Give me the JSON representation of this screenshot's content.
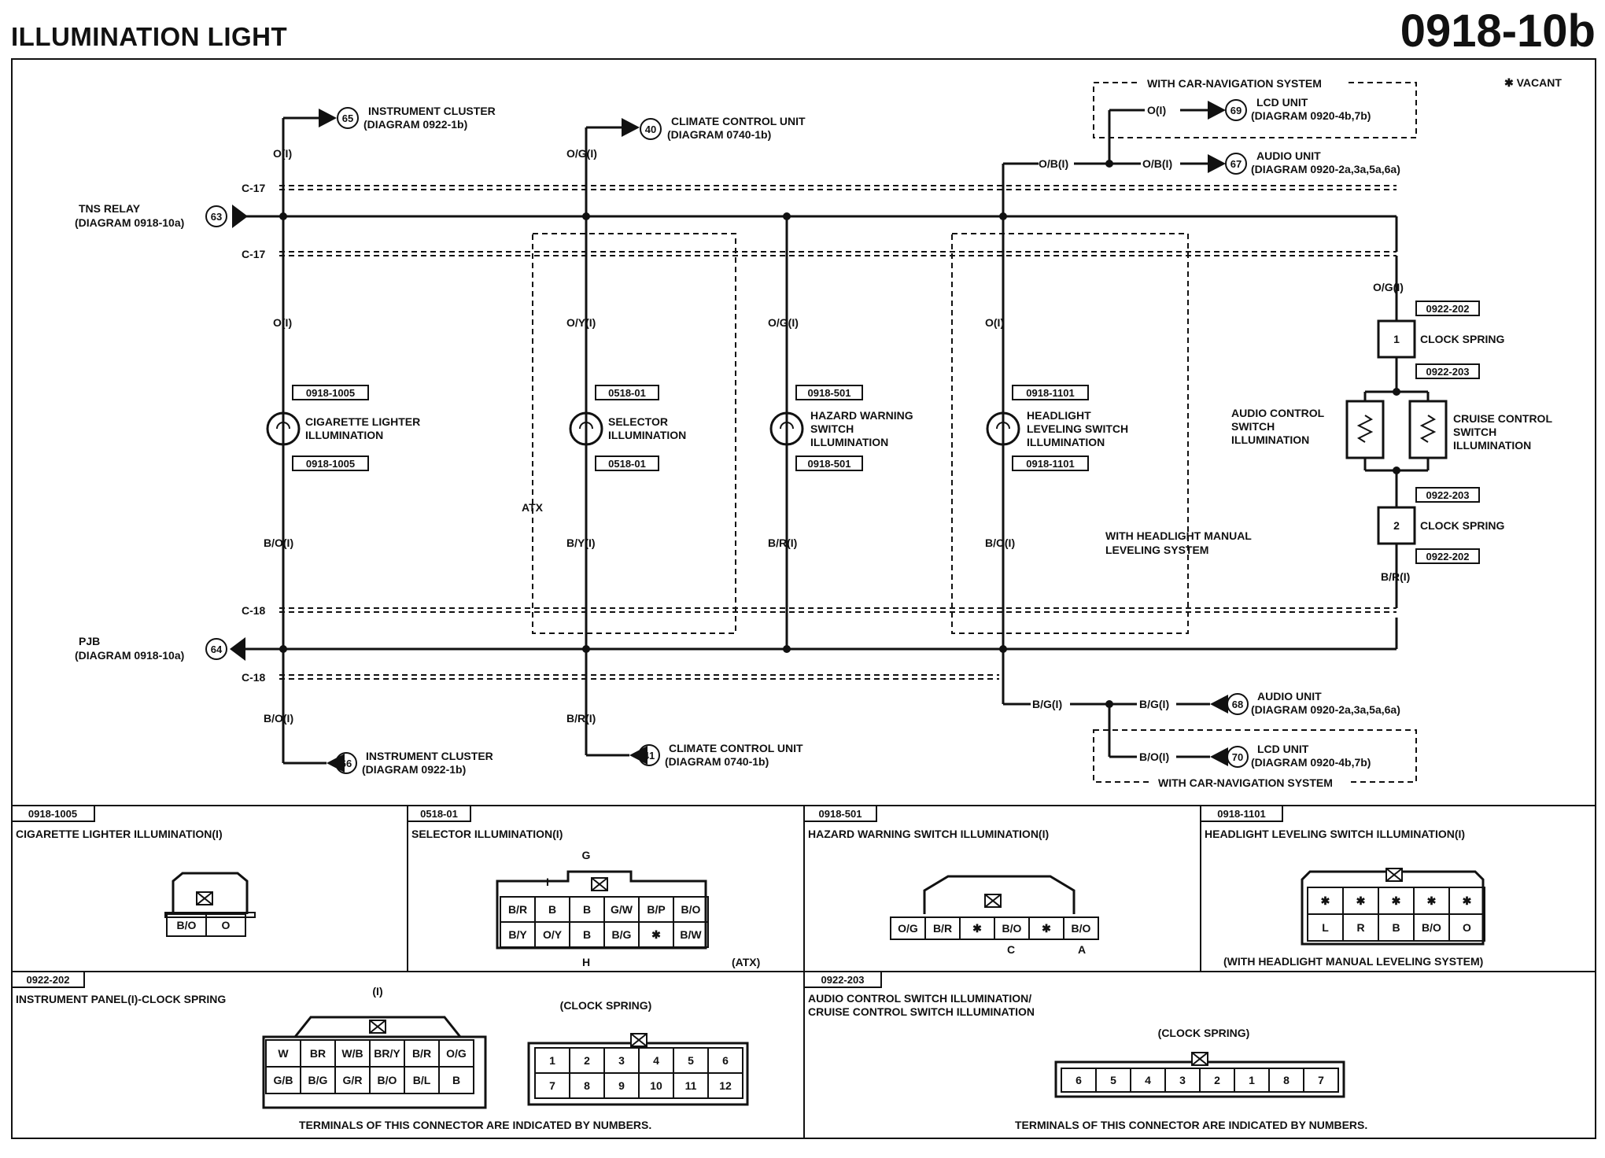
{
  "header": {
    "title": "ILLUMINATION LIGHT",
    "diagram_no": "0918-10b",
    "vacant_note": "✱ VACANT"
  },
  "connector_labels": {
    "c17": "C-17",
    "c18": "C-18"
  },
  "sources": {
    "tns": {
      "num": "63",
      "name": "TNS RELAY",
      "ref": "(DIAGRAM 0918-10a)"
    },
    "pjb": {
      "num": "64",
      "name": "PJB",
      "ref": "(DIAGRAM 0918-10a)"
    }
  },
  "refs": {
    "r65": {
      "num": "65",
      "name": "INSTRUMENT CLUSTER",
      "ref": "(DIAGRAM 0922-1b)"
    },
    "r40": {
      "num": "40",
      "name": "CLIMATE CONTROL UNIT",
      "ref": "(DIAGRAM 0740-1b)"
    },
    "r69": {
      "num": "69",
      "name": "LCD UNIT",
      "ref": "(DIAGRAM 0920-4b,7b)"
    },
    "r67": {
      "num": "67",
      "name": "AUDIO UNIT",
      "ref": "(DIAGRAM 0920-2a,3a,5a,6a)"
    },
    "r66": {
      "num": "66",
      "name": "INSTRUMENT CLUSTER",
      "ref": "(DIAGRAM 0922-1b)"
    },
    "r41": {
      "num": "41",
      "name": "CLIMATE CONTROL UNIT",
      "ref": "(DIAGRAM 0740-1b)"
    },
    "r68": {
      "num": "68",
      "name": "AUDIO UNIT",
      "ref": "(DIAGRAM 0920-2a,3a,5a,6a)"
    },
    "r70": {
      "num": "70",
      "name": "LCD UNIT",
      "ref": "(DIAGRAM 0920-4b,7b)"
    }
  },
  "nav": {
    "top": "WITH CAR-NAVIGATION SYSTEM",
    "bottom": "WITH CAR-NAVIGATION SYSTEM"
  },
  "wires": {
    "o_i": "O(I)",
    "og_i": "O/G(I)",
    "oy_i": "O/Y(I)",
    "ob_i": "O/B(I)",
    "bo_i": "B/O(I)",
    "by_i": "B/Y(I)",
    "br_i": "B/R(I)",
    "bg_i": "B/G(I)"
  },
  "lamps": {
    "cig": {
      "conn_top": "0918-1005",
      "conn_bot": "0918-1005",
      "label": [
        "CIGARETTE LIGHTER",
        "ILLUMINATION"
      ]
    },
    "sel": {
      "conn_top": "0518-01",
      "conn_bot": "0518-01",
      "label": [
        "SELECTOR",
        "ILLUMINATION"
      ]
    },
    "haz": {
      "conn_top": "0918-501",
      "conn_bot": "0918-501",
      "label": [
        "HAZARD WARNING",
        "SWITCH",
        "ILLUMINATION"
      ]
    },
    "hl": {
      "conn_top": "0918-1101",
      "conn_bot": "0918-1101",
      "label": [
        "HEADLIGHT",
        "LEVELING SWITCH",
        "ILLUMINATION"
      ]
    }
  },
  "atx_label": "ATX",
  "manual_level_label": [
    "WITH HEADLIGHT MANUAL",
    "LEVELING SYSTEM"
  ],
  "clock_spring": {
    "conn_a": "0922-202",
    "conn_b": "0922-203",
    "conn_c": "0922-203",
    "conn_d": "0922-202",
    "label": "CLOCK SPRING",
    "pin1": "1",
    "pin2": "2",
    "audio_label": [
      "AUDIO CONTROL",
      "SWITCH",
      "ILLUMINATION"
    ],
    "cruise_label": [
      "CRUISE CONTROL",
      "SWITCH",
      "ILLUMINATION"
    ]
  },
  "views": {
    "p1": {
      "code": "0918-1005",
      "title": "CIGARETTE LIGHTER ILLUMINATION(I)",
      "pins": [
        "B/O",
        "O"
      ]
    },
    "p2": {
      "code": "0518-01",
      "title": "SELECTOR ILLUMINATION(I)",
      "row1": [
        "B/R",
        "B",
        "B",
        "G/W",
        "B/P",
        "B/O"
      ],
      "row2": [
        "B/Y",
        "O/Y",
        "B",
        "B/G",
        "✱",
        "B/W"
      ],
      "g": "G",
      "h": "H",
      "i": "I",
      "atx": "(ATX)"
    },
    "p3": {
      "code": "0918-501",
      "title": "HAZARD WARNING SWITCH ILLUMINATION(I)",
      "pins": [
        "O/G",
        "B/R",
        "✱",
        "B/O",
        "✱",
        "B/O"
      ],
      "c": "C",
      "a": "A"
    },
    "p4": {
      "code": "0918-1101",
      "title": "HEADLIGHT LEVELING SWITCH ILLUMINATION(I)",
      "row1": [
        "✱",
        "✱",
        "✱",
        "✱",
        "✱"
      ],
      "row2": [
        "L",
        "R",
        "B",
        "B/O",
        "O"
      ],
      "note": "(WITH HEADLIGHT MANUAL LEVELING SYSTEM)"
    },
    "p5": {
      "code": "0922-202",
      "title": "INSTRUMENT PANEL(I)-CLOCK SPRING",
      "side": "(I)",
      "row1": [
        "W",
        "BR",
        "W/B",
        "BR/Y",
        "B/R",
        "O/G"
      ],
      "row2": [
        "G/B",
        "B/G",
        "G/R",
        "B/O",
        "B/L",
        "B"
      ],
      "cs_title": "(CLOCK SPRING)",
      "cs_row1": [
        "1",
        "2",
        "3",
        "4",
        "5",
        "6"
      ],
      "cs_row2": [
        "7",
        "8",
        "9",
        "10",
        "11",
        "12"
      ],
      "note": "TERMINALS OF THIS CONNECTOR ARE INDICATED BY NUMBERS."
    },
    "p6": {
      "code": "0922-203",
      "title": [
        "AUDIO CONTROL SWITCH ILLUMINATION/",
        "CRUISE CONTROL SWITCH ILLUMINATION"
      ],
      "cs_title": "(CLOCK SPRING)",
      "pins": [
        "6",
        "5",
        "4",
        "3",
        "2",
        "1",
        "8",
        "7"
      ],
      "note": "TERMINALS OF THIS CONNECTOR ARE INDICATED BY NUMBERS."
    }
  }
}
